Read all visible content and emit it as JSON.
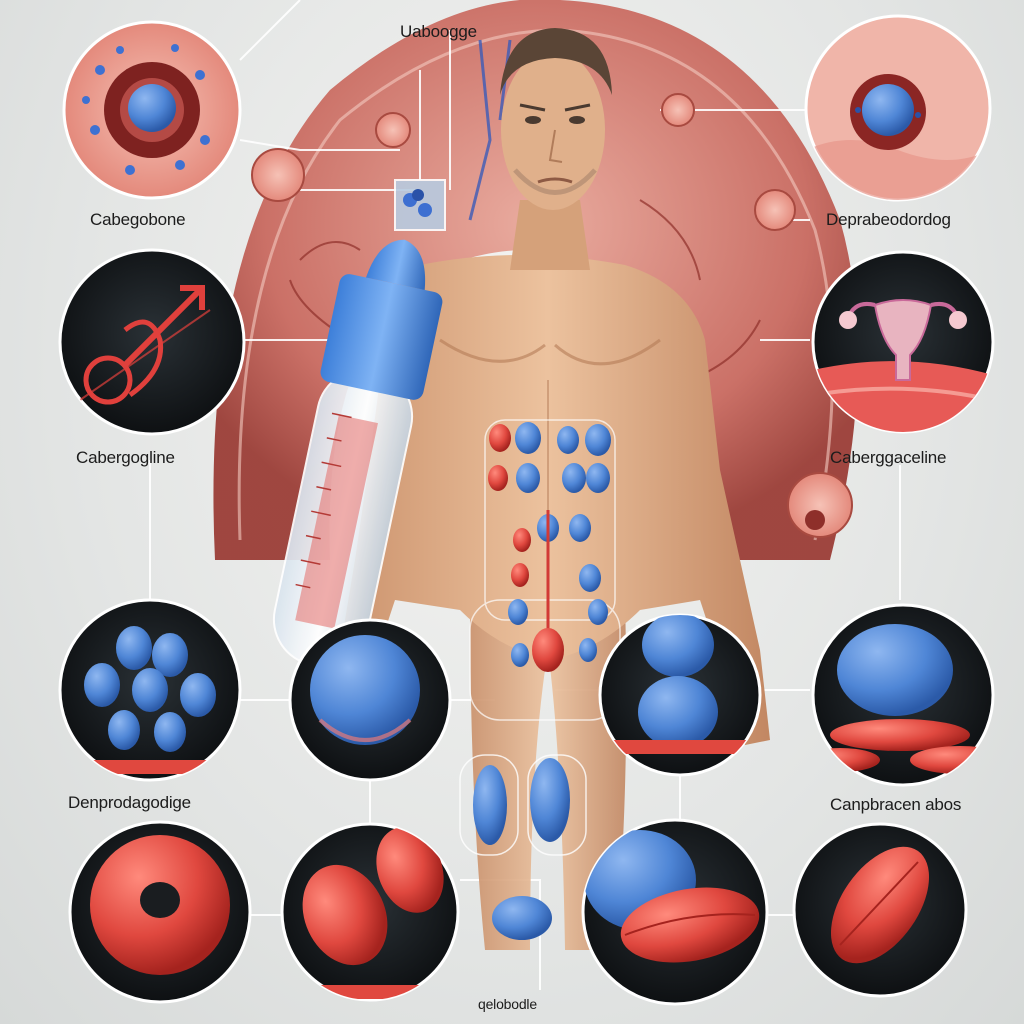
{
  "labels": {
    "top": "Uabooggе",
    "left_upper": "Cabegobone",
    "right_upper": "Deprabeodordog",
    "left_middle": "Cabergogline",
    "right_middle": "Caberggaceline",
    "left_lower": "Denprodagodige",
    "right_lower": "Canpbracen abos",
    "bottom": "qelobodle"
  },
  "colors": {
    "tissue": "#c96a60",
    "pill_blue": "#4f86d6",
    "pill_red": "#e0483f",
    "skin": "#e2b48d",
    "inset_bg": "#121416",
    "line": "#ffffff"
  },
  "icons": [
    "male-symbol-icon",
    "uterus-icon",
    "test-tube-icon"
  ]
}
